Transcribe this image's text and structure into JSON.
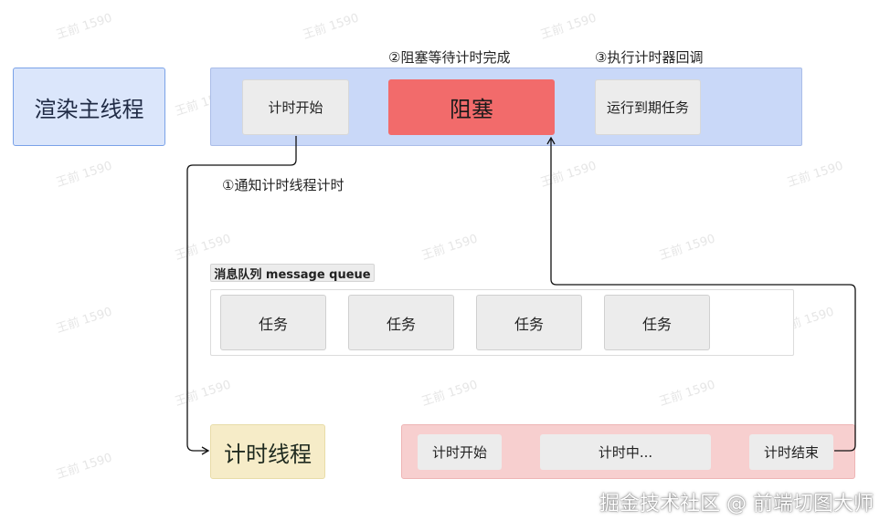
{
  "main_thread": {
    "label": "渲染主线程",
    "start_timer": "计时开始",
    "block": "阻塞",
    "run_due_task": "运行到期任务"
  },
  "steps": {
    "notify": "①通知计时线程计时",
    "wait": "②阻塞等待计时完成",
    "callback": "③执行计时器回调"
  },
  "queue": {
    "label": "消息队列 message queue",
    "tasks": [
      "任务",
      "任务",
      "任务",
      "任务"
    ]
  },
  "timer_thread": {
    "label": "计时线程",
    "start": "计时开始",
    "counting": "计时中...",
    "end": "计时结束"
  },
  "footer": "掘金技术社区 @ 前端切图大师",
  "colors": {
    "main_band": "#c9d8f8",
    "block": "#f26b6b",
    "timer_band": "#f7cfcf",
    "timer_thread_label": "#f6ecc8",
    "main_thread_label": "#dbe6fb"
  }
}
